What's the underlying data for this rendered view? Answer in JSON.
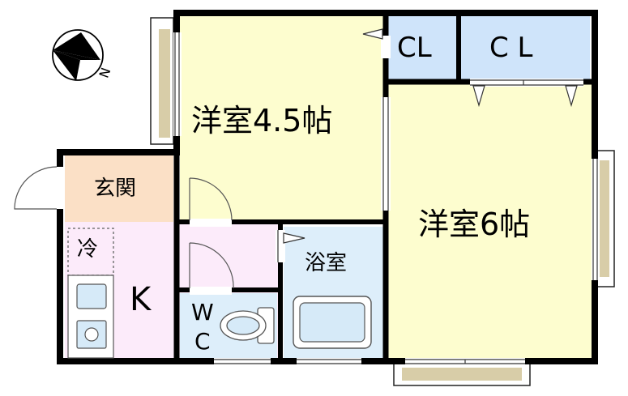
{
  "rooms": {
    "western_room_45": "洋室4.5帖",
    "western_room_6": "洋室6帖",
    "closet_small": "CL",
    "closet_large": "C L",
    "entrance": "玄関",
    "refrigerator": "冷",
    "kitchen": "K",
    "bathroom": "浴室",
    "toilet_w": "W",
    "toilet_c": "C"
  },
  "compass": {
    "north_label": "N"
  },
  "colors": {
    "western_room": "#FDFDCF",
    "closet": "#CFE4FA",
    "entrance": "#FBE0C6",
    "kitchen": "#FCEBFA",
    "wet_area": "#DDEEFA",
    "wall": "#000000",
    "balcony": "#D8CDA8"
  }
}
